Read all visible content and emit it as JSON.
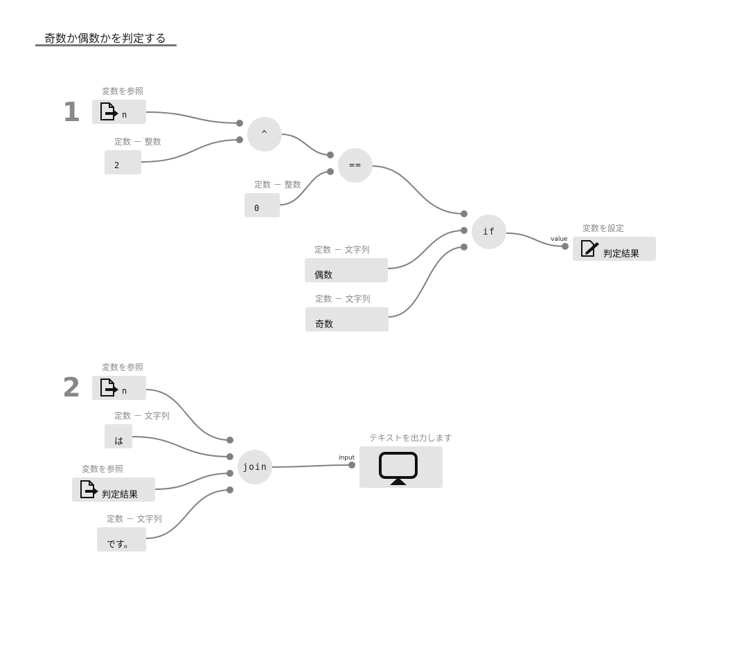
{
  "title": "奇数か偶数かを判定する",
  "steps": [
    {
      "number": "1",
      "ref_n": {
        "label": "変数を参照",
        "value": "n"
      },
      "const_2": {
        "label": "定数 － 整数",
        "value": "2"
      },
      "op_pow": "^",
      "const_0": {
        "label": "定数 － 整数",
        "value": "0"
      },
      "op_eq": "==",
      "op_if": "if",
      "const_even": {
        "label": "定数 － 文字列",
        "value": "偶数"
      },
      "const_odd": {
        "label": "定数 － 文字列",
        "value": "奇数"
      },
      "set_var": {
        "label": "変数を設定",
        "value": "判定結果",
        "port": "value"
      }
    },
    {
      "number": "2",
      "ref_n": {
        "label": "変数を参照",
        "value": "n"
      },
      "const_wa": {
        "label": "定数 － 文字列",
        "value": "は"
      },
      "ref_result": {
        "label": "変数を参照",
        "value": "判定結果"
      },
      "const_desu": {
        "label": "定数 － 文字列",
        "value": "です。"
      },
      "op_join": "join",
      "output": {
        "label": "テキストを出力します",
        "port": "input"
      }
    }
  ],
  "colors": {
    "node": "#e4e4e4",
    "wire": "#808080",
    "label": "#888888"
  },
  "icons": {
    "ref": "variable-reference-icon",
    "set": "variable-set-icon",
    "output": "display-monitor-icon"
  }
}
